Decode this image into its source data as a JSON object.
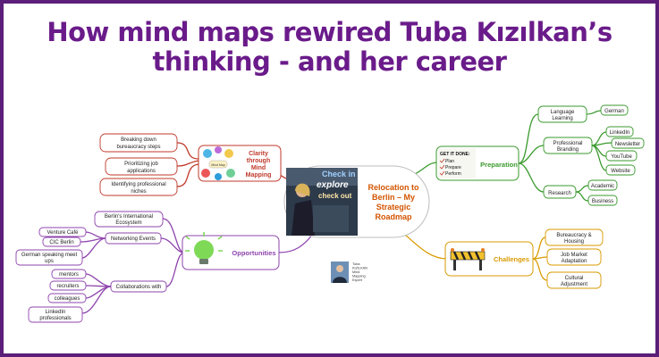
{
  "title": {
    "line1": "How mind maps rewired Tuba Kızılkan’s",
    "line2": "thinking - and her career"
  },
  "central": {
    "label": [
      "Relocation to",
      "Berlin – My",
      "Strategic",
      "Roadmap"
    ],
    "photo_text": [
      "Check in",
      "explore",
      "check out"
    ]
  },
  "colors": {
    "title": "#6a1b8a",
    "frame": "#5b1e79",
    "clarity": "#c0392b",
    "preparation": "#3a9a2e",
    "challenges": "#d99a00",
    "opportunities": "#8e44ad",
    "central_text": "#d35400"
  },
  "branches": {
    "clarity": {
      "label": [
        "Clarity",
        "through",
        "Mind",
        "Mapping"
      ],
      "image_text": "Mind Map",
      "children": [
        [
          "Breaking down",
          "bureaucracy steps"
        ],
        [
          "Prioritizing job",
          "applications"
        ],
        [
          "Identifying professional",
          "niches"
        ]
      ]
    },
    "preparation": {
      "label": "Preparation",
      "image_text": [
        "GET IT DONE:",
        "Plan",
        "Prepare",
        "Perform"
      ],
      "children": {
        "language": {
          "label": [
            "Language",
            "Learning"
          ],
          "children": [
            "German"
          ]
        },
        "branding": {
          "label": [
            "Professional",
            "Branding"
          ],
          "children": [
            "LinkedIn",
            "Newsletter",
            "YouTube",
            "Website"
          ]
        },
        "research": {
          "label": [
            "Research"
          ],
          "children": [
            "Academic",
            "Business"
          ]
        }
      }
    },
    "challenges": {
      "label": "Challenges",
      "children": [
        [
          "Bureaucracy &",
          "Housing"
        ],
        [
          "Job Market",
          "Adaptation"
        ],
        [
          "Cultural",
          "Adjustment"
        ]
      ]
    },
    "opportunities": {
      "label": "Opportunities",
      "children": {
        "ecosystem": {
          "label": [
            "Berlin's International",
            "Ecosystem"
          ]
        },
        "networking": {
          "label": [
            "Networking Events"
          ],
          "children": [
            [
              "Venture Café"
            ],
            [
              "CIC Berlin"
            ],
            [
              "German speaking meet",
              "ups"
            ]
          ]
        },
        "collaborations": {
          "label": [
            "Collaborations with"
          ],
          "children": [
            [
              "mentors"
            ],
            [
              "recruiters"
            ],
            [
              "colleagues"
            ],
            [
              "LinkedIn",
              "professionals"
            ]
          ]
        }
      }
    }
  },
  "author_card": [
    "Tuba",
    "KIZILKAN",
    "Mind",
    "Mapping",
    "Expert"
  ]
}
